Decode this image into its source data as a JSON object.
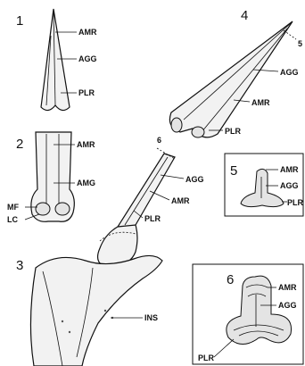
{
  "fig1": {
    "number": "1",
    "labels": [
      "AMR",
      "AGG",
      "PLR"
    ]
  },
  "fig2": {
    "number": "2",
    "labels": [
      "AMR",
      "AMG",
      "MF",
      "LC"
    ]
  },
  "fig3": {
    "number": "3",
    "labels": [
      "AGG",
      "AMR",
      "PLR",
      "INS"
    ],
    "section_marker": "6"
  },
  "fig4": {
    "number": "4",
    "labels": [
      "AGG",
      "AMR",
      "PLR"
    ],
    "section_marker": "5"
  },
  "fig5": {
    "number": "5",
    "labels": [
      "AMR",
      "AGG",
      "PLR"
    ]
  },
  "fig6": {
    "number": "6",
    "labels": [
      "AMR",
      "AGG",
      "PLR"
    ]
  }
}
